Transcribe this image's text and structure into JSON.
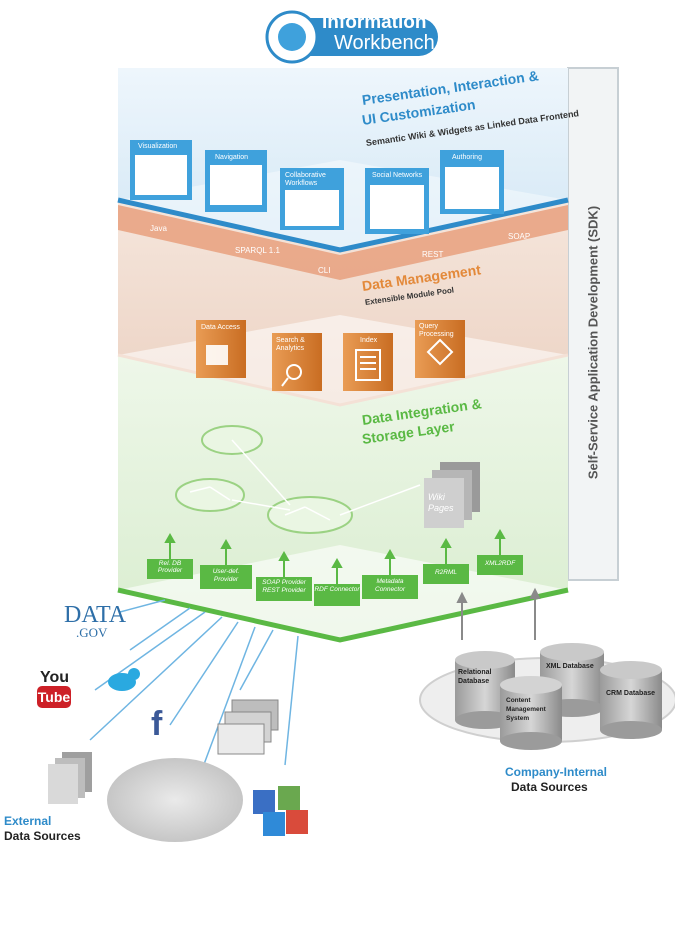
{
  "logo": {
    "line1": "Information",
    "line2": "Workbench"
  },
  "sdk_label": "Self-Service Application Development (SDK)",
  "presentation": {
    "title1": "Presentation, Interaction &",
    "title2": "UI Customization",
    "subtitle": "Semantic Wiki & Widgets as Linked Data Frontend",
    "panels": [
      "Visualization",
      "Navigation",
      "Collaborative Workflows",
      "Social Networks",
      "Authoring"
    ]
  },
  "protocols": {
    "top": [
      "Java",
      "SPARQL 1.1",
      "REST",
      "SOAP"
    ],
    "bottom": [
      "CLI"
    ]
  },
  "data_management": {
    "title": "Data Management",
    "subtitle": "Extensible Module Pool",
    "modules": [
      "Data Access",
      "Search & Analytics",
      "Index",
      "Query Processing"
    ]
  },
  "integration": {
    "title1": "Data Integration &",
    "title2": "Storage Layer",
    "wiki": "Wiki Pages",
    "providers": [
      "Rel. DB Provider",
      "User-def. Provider",
      "SOAP Provider REST Provider",
      "RDF Connector",
      "Metadata Connector",
      "R2RML",
      "XML2RDF"
    ]
  },
  "external": {
    "line1": "External",
    "line2": "Data Sources",
    "datagov1": "DATA",
    "datagov2": ".GOV",
    "youtube1": "You",
    "youtube2": "Tube",
    "facebook": "f"
  },
  "internal": {
    "line1": "Company-Internal",
    "line2": "Data Sources",
    "dbs": [
      "Relational Database",
      "XML Database",
      "Content Management System",
      "CRM Database"
    ]
  },
  "colors": {
    "blue": "#2e8bc9",
    "orange": "#e3893a",
    "green": "#5ab944",
    "light_blue": "#dcecf7",
    "light_orange": "#f1ddd1",
    "light_green": "#e5f2de"
  }
}
